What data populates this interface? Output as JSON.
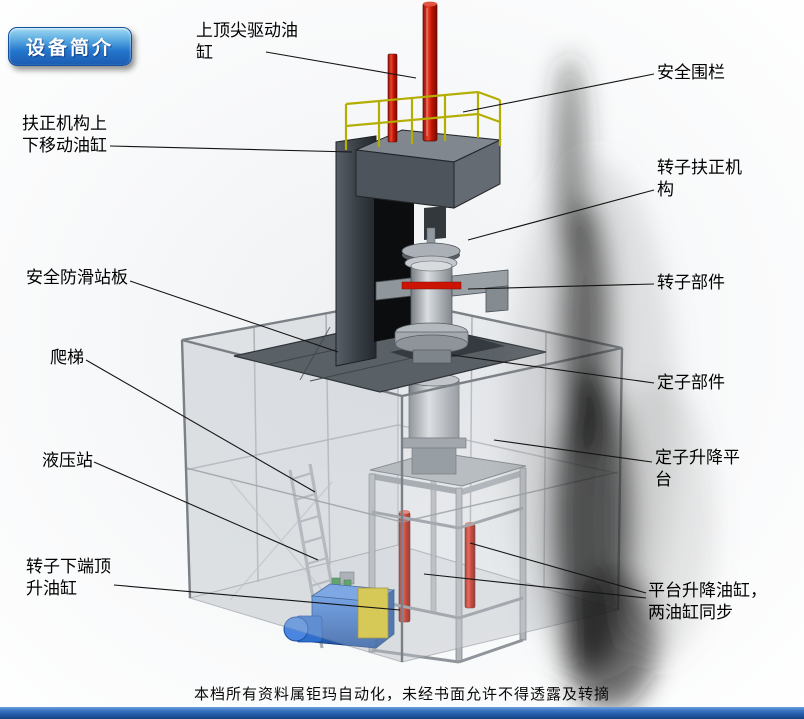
{
  "badge": {
    "label": "设备简介"
  },
  "labels": {
    "top_cylinder": "上顶尖驱动油缸",
    "safety_fence": "安全围栏",
    "centering_move_cylinder": "扶正机构上下移动油缸",
    "rotor_centering": "转子扶正机构",
    "anti_slip_platform": "安全防滑站板",
    "rotor_part": "转子部件",
    "ladder": "爬梯",
    "stator_part": "定子部件",
    "hydraulic_station": "液压站",
    "stator_lift_platform": "定子升降平台",
    "rotor_bottom_jack_cylinder": "转子下端顶升油缸",
    "platform_lift_cylinders": "平台升降油缸，两油缸同步"
  },
  "footer": {
    "text": "本档所有资料属钜玛自动化，未经书面允许不得透露及转摘"
  },
  "colors": {
    "badge_blue": "#2376cc",
    "cylinder_red": "#c01505",
    "railing_yellow": "#b4ae00",
    "hydraulic_blue": "#2a6bd0",
    "platform_gray": "#596066",
    "bottom_bar_blue": "#1e55a0"
  }
}
